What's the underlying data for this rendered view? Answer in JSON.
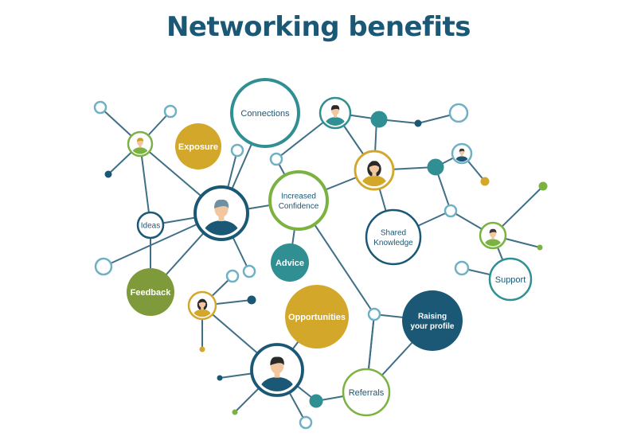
{
  "title": "Networking benefits",
  "colors": {
    "navy": "#1b5876",
    "teal": "#2f8f92",
    "green": "#7bb241",
    "olive": "#7e9a3a",
    "gold": "#d3a729",
    "line": "#3f6f87",
    "light": "#6fb0c4",
    "skin": "#f2c7a0"
  },
  "benefits": {
    "connections": "Connections",
    "exposure": "Exposure",
    "ideas": "Ideas",
    "increased_confidence": [
      "Increased",
      "Confidence"
    ],
    "shared_knowledge": [
      "Shared",
      "Knowledge"
    ],
    "advice": "Advice",
    "feedback": "Feedback",
    "opportunities": "Opportunities",
    "raising_your_profile": [
      "Raising",
      "your profile"
    ],
    "support": "Support",
    "referrals": "Referrals"
  },
  "icons": {
    "person": "person-icon"
  }
}
